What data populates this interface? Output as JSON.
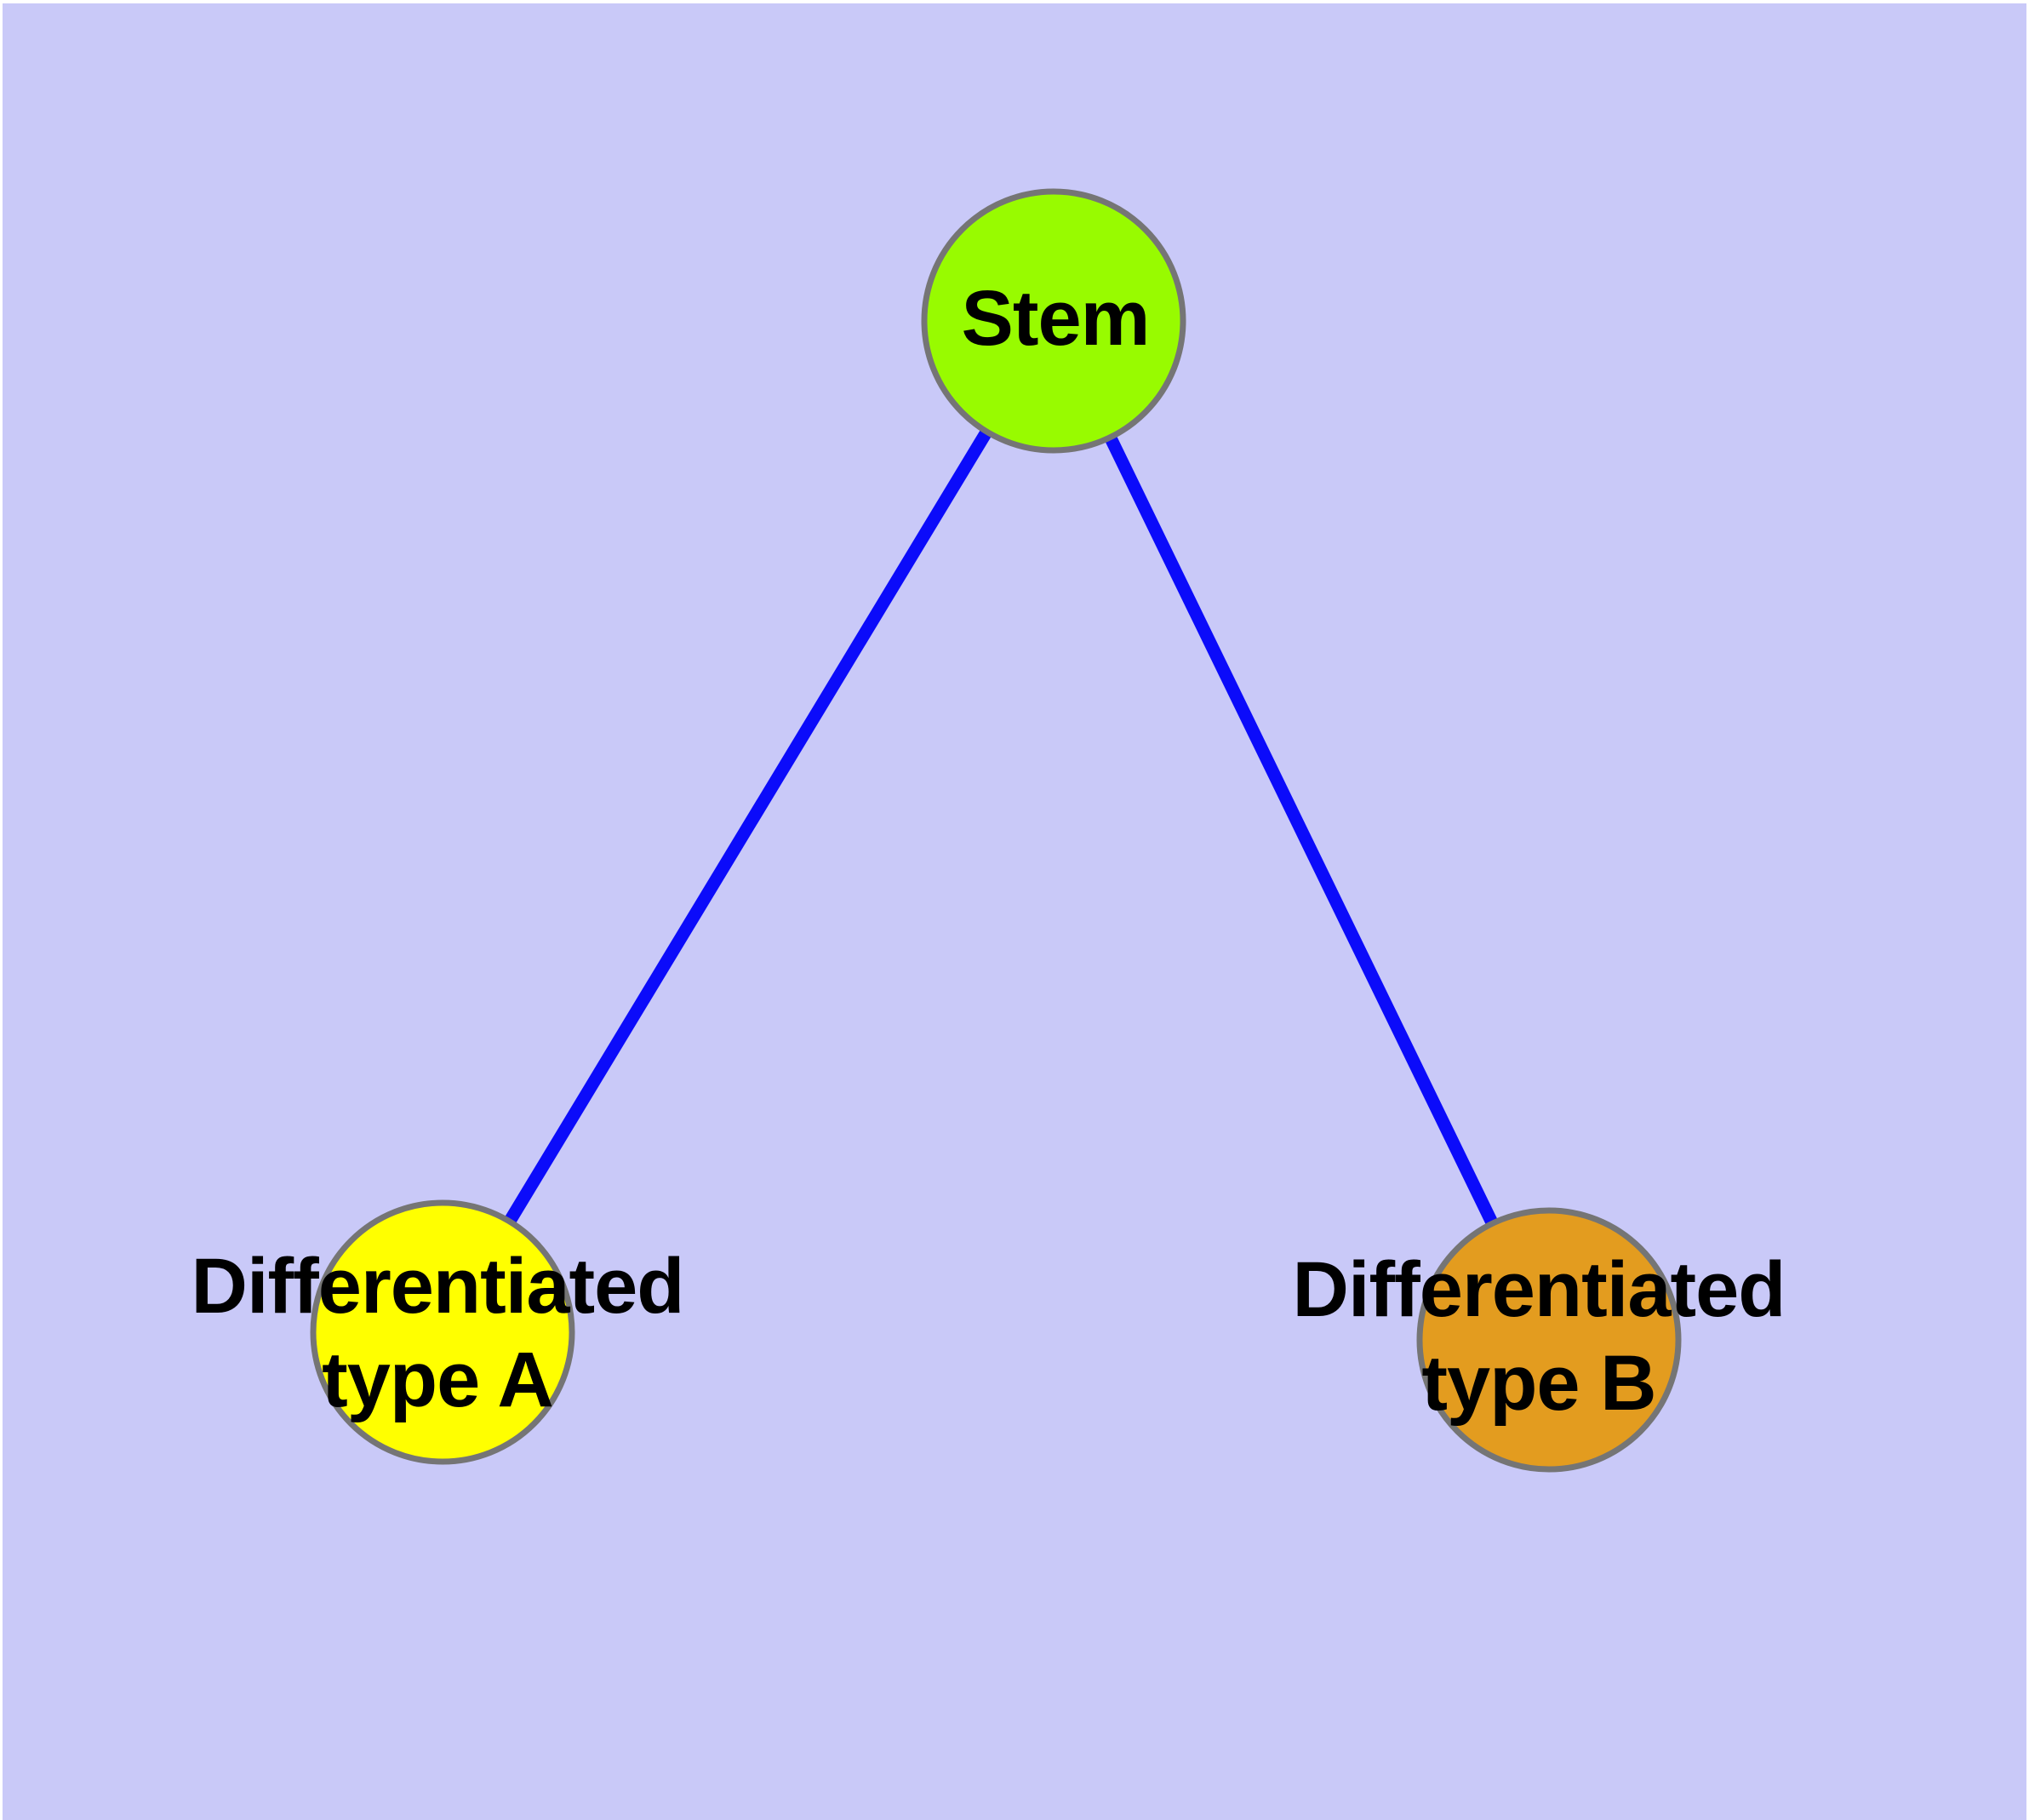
{
  "diagram": {
    "title": "",
    "background_color": "#C9C9F8",
    "edge_color": "#0B0BFA",
    "node_border_color": "#757575",
    "label_color": "#000000",
    "nodes": [
      {
        "id": "stem",
        "label": "Stem",
        "label_line1": "Stem",
        "label_line2": "",
        "fill": "#98FB00"
      },
      {
        "id": "type-a",
        "label": "Differentiated type A",
        "label_line1": "Differentiated",
        "label_line2": "type A",
        "fill": "#FFFF00"
      },
      {
        "id": "type-b",
        "label": "Differentiated type B",
        "label_line1": "Differentiated",
        "label_line2": "type B",
        "fill": "#E39C1F"
      }
    ],
    "edges": [
      {
        "from": "Stem",
        "to": "Differentiated type A"
      },
      {
        "from": "Stem",
        "to": "Differentiated type B"
      }
    ]
  }
}
